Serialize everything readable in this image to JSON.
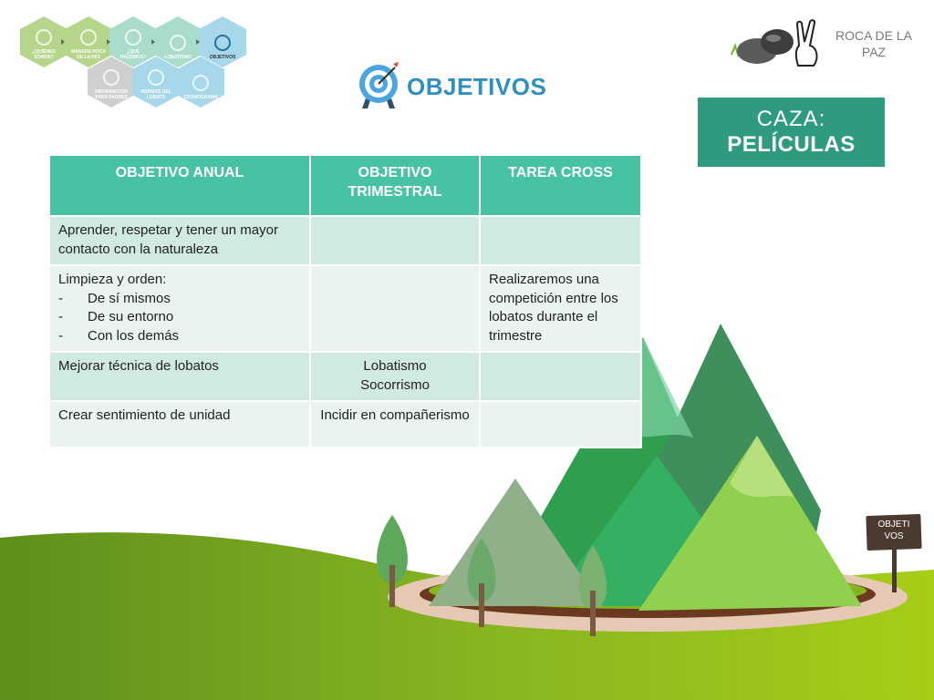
{
  "nav": {
    "items": [
      {
        "label": "¿QUIÉNES\nSOMOS?",
        "color": "#b5d58a",
        "active": false
      },
      {
        "label": "MANADA ROCA\nDE LA PAZ",
        "color": "#b5d58a",
        "active": false
      },
      {
        "label": "¿QUÉ\nHACEMOS?",
        "color": "#a9dcc9",
        "active": false
      },
      {
        "label": "LOBATISMO",
        "color": "#a9dcc9",
        "active": false
      },
      {
        "label": "OBJETIVOS",
        "color": "#a6d7ea",
        "active": true
      },
      {
        "label": "INFORMACIÓN\nPARA PADRES",
        "color": "#cfcfcf",
        "active": false
      },
      {
        "label": "NORMAS DEL\nLOBATO",
        "color": "#a6d7ea",
        "active": false
      },
      {
        "label": "CRONOGRAMA",
        "color": "#a6d7ea",
        "active": false
      }
    ]
  },
  "header": {
    "title": "OBJETIVOS",
    "title_icon": "target-icon"
  },
  "brand": {
    "name": "ROCA DE LA\nPAZ",
    "logo_icon": "rocks-peace-hand-icon"
  },
  "caza": {
    "line1": "CAZA:",
    "line2": "PELÍCULAS"
  },
  "table": {
    "headers": [
      "OBJETIVO ANUAL",
      "OBJETIVO TRIMESTRAL",
      "TAREA CROSS"
    ],
    "rows": [
      {
        "anual": "Aprender, respetar y tener un mayor contacto con la naturaleza",
        "trimestral": "",
        "cross": ""
      },
      {
        "anual": "Limpieza y orden:",
        "anual_list": [
          "De sí mismos",
          "De su entorno",
          "Con los demás"
        ],
        "trimestral": "",
        "cross": "Realizaremos una competición entre los lobatos durante el trimestre"
      },
      {
        "anual": "Mejorar técnica de lobatos",
        "trimestral": "Lobatismo\nSocorrismo",
        "cross": ""
      },
      {
        "anual": "Crear sentimiento de unidad",
        "trimestral": "Incidir en compañerismo",
        "cross": ""
      }
    ]
  },
  "sign": {
    "text": "OBJETI\nVOS"
  },
  "colors": {
    "header_teal": "#48c2a4",
    "caza_green": "#2e9b80",
    "title_blue": "#2f8fc0",
    "row_dark": "#d0e9e1",
    "row_light": "#e9f4f0",
    "grass_dark": "#6c9e23",
    "grass_light": "#a3cc1a"
  }
}
